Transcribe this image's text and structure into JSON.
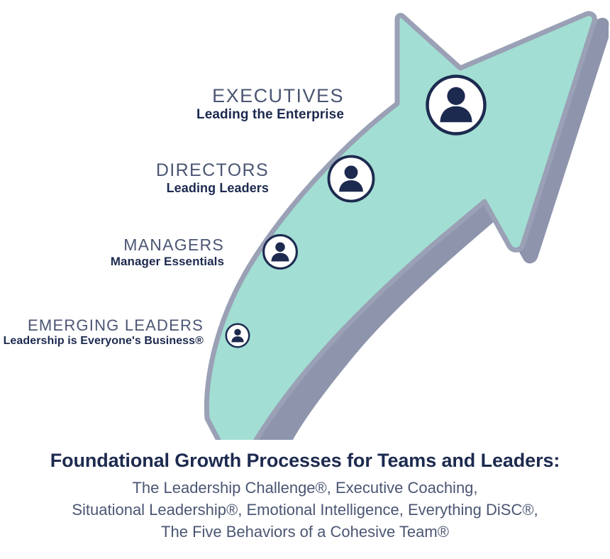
{
  "colors": {
    "mint_fill": "#a2ded3",
    "shadow_gray": "#8d94ac",
    "outline_gray": "#9aa0b5",
    "navy_dark": "#1d2a4f",
    "navy_light": "#4b5673",
    "white": "#ffffff"
  },
  "tiers": [
    {
      "role": "EXECUTIVES",
      "program": "Leading the Enterprise",
      "icon": "person-avatar-icon"
    },
    {
      "role": "DIRECTORS",
      "program": "Leading Leaders",
      "icon": "person-avatar-icon"
    },
    {
      "role": "MANAGERS",
      "program": "Manager Essentials",
      "icon": "person-avatar-icon"
    },
    {
      "role": "EMERGING LEADERS",
      "program": "Leadership is Everyone's Business®",
      "icon": "person-avatar-icon"
    }
  ],
  "caption": {
    "heading": "Foundational Growth Processes for Teams and Leaders:",
    "lines": [
      "The Leadership Challenge®, Executive Coaching,",
      "Situational Leadership®, Emotional Intelligence, Everything DiSC®,",
      "The Five Behaviors of a Cohesive Team®"
    ]
  },
  "graphic": {
    "name": "upward-growth-arrow",
    "description": "curved upward arrow with mint fill and gray drop shadow"
  }
}
